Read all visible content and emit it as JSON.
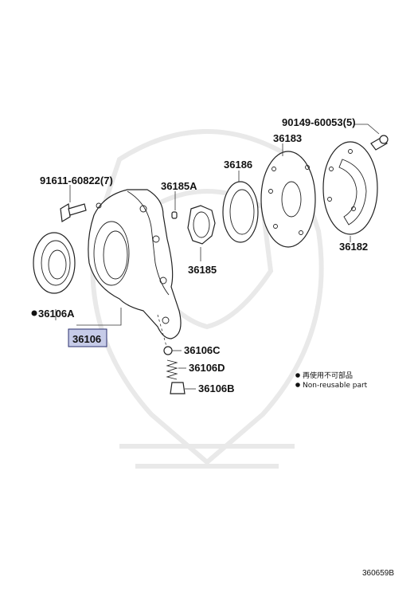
{
  "diagram_id": "360659B",
  "parts": [
    {
      "ref": "90149-60053(5)"
    },
    {
      "ref": "36183"
    },
    {
      "ref": "36182"
    },
    {
      "ref": "36186"
    },
    {
      "ref": "91611-60822(7)"
    },
    {
      "ref": "36185A"
    },
    {
      "ref": "36185"
    },
    {
      "ref": "36106A",
      "non_reusable": true
    },
    {
      "ref": "36106",
      "highlighted": true
    },
    {
      "ref": "36106C"
    },
    {
      "ref": "36106D"
    },
    {
      "ref": "36106B"
    }
  ],
  "legend": {
    "line_ja": "再使用不可部品",
    "line_en": "Non-reusable part"
  },
  "colors": {
    "highlight": "#c6cbe8",
    "ink": "#222222"
  }
}
